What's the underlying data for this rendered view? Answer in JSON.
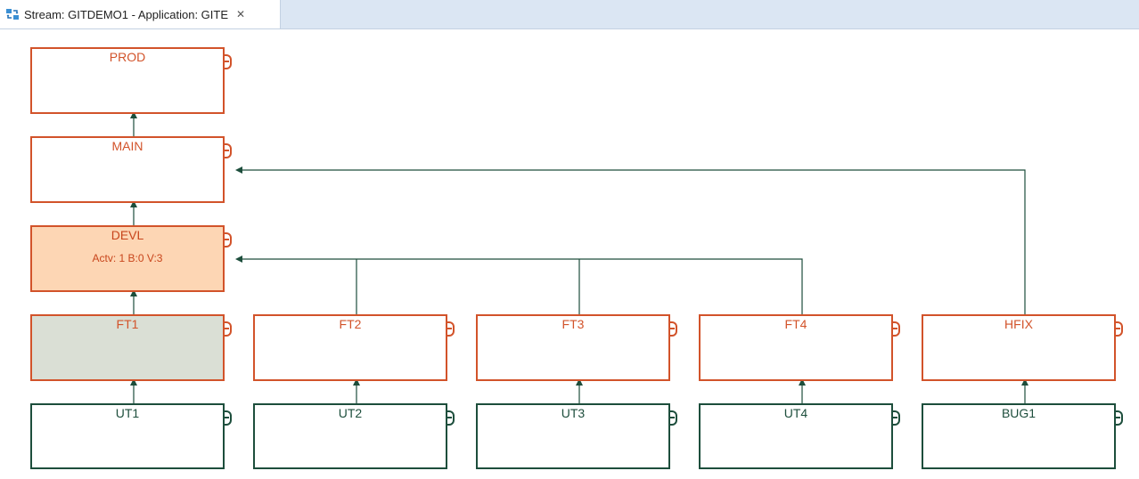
{
  "tab": {
    "title": "Stream: GITDEMO1 - Application: GITE",
    "close_symbol": "✕",
    "icon": "stream-sync-icon"
  },
  "colors": {
    "stream": "#d2532a",
    "active_fill": "#fdd6b4",
    "selected_fill": "#dadfd5",
    "user": "#1d4e3c",
    "connector": "#1d4e3c"
  },
  "streams": {
    "prod": {
      "name": "PROD"
    },
    "main": {
      "name": "MAIN"
    },
    "devl": {
      "name": "DEVL",
      "info": "Actv: 1  B:0 V:3"
    },
    "ft1": {
      "name": "FT1"
    },
    "ft2": {
      "name": "FT2"
    },
    "ft3": {
      "name": "FT3"
    },
    "ft4": {
      "name": "FT4"
    },
    "hfix": {
      "name": "HFIX"
    }
  },
  "users": {
    "ut1": {
      "name": "UT1"
    },
    "ut2": {
      "name": "UT2"
    },
    "ut3": {
      "name": "UT3"
    },
    "ut4": {
      "name": "UT4"
    },
    "bug1": {
      "name": "BUG1"
    }
  }
}
